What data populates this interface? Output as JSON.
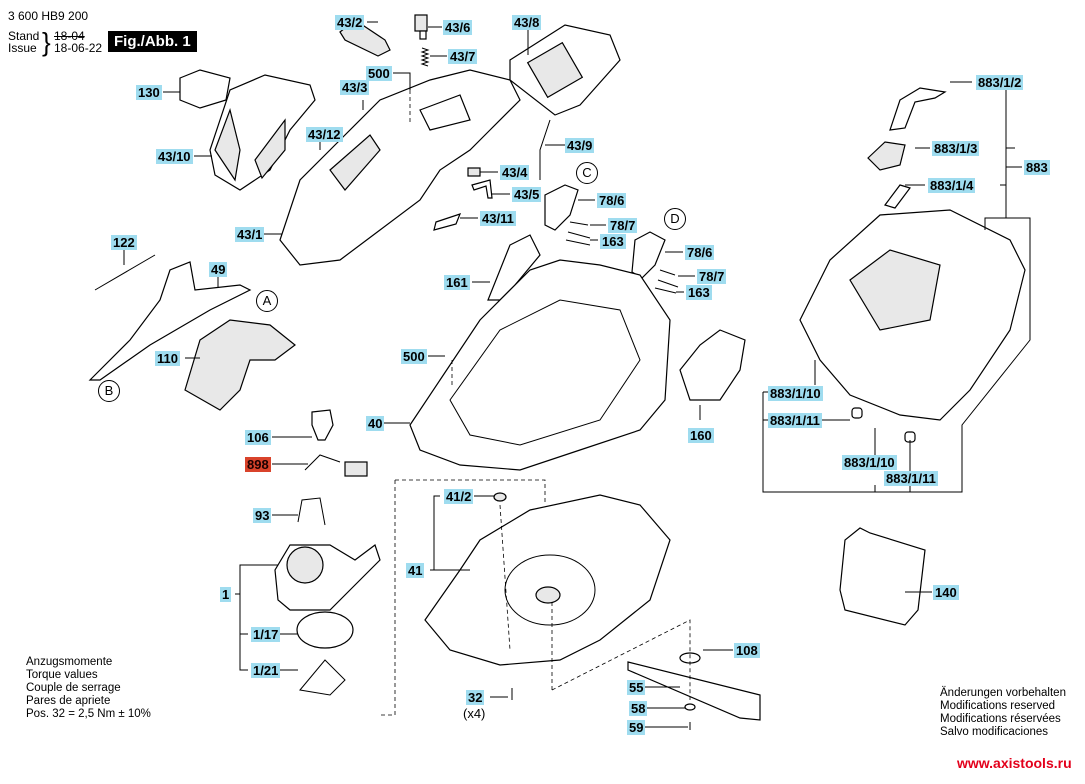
{
  "header": {
    "doc_number": "3 600 HB9 200",
    "stand_label": "Stand",
    "issue_label": "Issue",
    "old_date": "18-04",
    "new_date": "18-06-22",
    "figure_label": "Fig./Abb. 1"
  },
  "part_labels": {
    "p43_2": "43/2",
    "p43_6": "43/6",
    "p43_8": "43/8",
    "p43_7": "43/7",
    "p500a": "500",
    "p43_3": "43/3",
    "p130": "130",
    "p43_12": "43/12",
    "p43_10": "43/10",
    "p43_9": "43/9",
    "p43_4": "43/4",
    "p43_5": "43/5",
    "p43_11": "43/11",
    "p43_1": "43/1",
    "p78_6a": "78/6",
    "p78_7a": "78/7",
    "p163a": "163",
    "p78_6b": "78/6",
    "p78_7b": "78/7",
    "p163b": "163",
    "p122": "122",
    "p49": "49",
    "p161": "161",
    "p110": "110",
    "p500b": "500",
    "p40": "40",
    "p160": "160",
    "p106": "106",
    "p898": "898",
    "p93": "93",
    "p41_2": "41/2",
    "p41": "41",
    "p1": "1",
    "p1_17": "1/17",
    "p1_21": "1/21",
    "p32": "32",
    "p32_qty": "(x4)",
    "p108": "108",
    "p55": "55",
    "p58": "58",
    "p59": "59",
    "p140": "140",
    "p883_1_2": "883/1/2",
    "p883_1_3": "883/1/3",
    "p883": "883",
    "p883_1_4": "883/1/4",
    "p883_1_10a": "883/1/10",
    "p883_1_11a": "883/1/11",
    "p883_1_10b": "883/1/10",
    "p883_1_11b": "883/1/11"
  },
  "reference_markers": {
    "A": "A",
    "B": "B",
    "C": "C",
    "D": "D"
  },
  "torque_note": {
    "line1": "Anzugsmomente",
    "line2": "Torque values",
    "line3": "Couple de serrage",
    "line4": "Pares de apriete",
    "line5": "Pos. 32 = 2,5 Nm  ± 10%"
  },
  "modifications_note": {
    "line1": "Änderungen vorbehalten",
    "line2": "Modifications reserved",
    "line3": "Modifications réservées",
    "line4": "Salvo modificaciones"
  },
  "watermark": "www.axistools.ru",
  "colors": {
    "label_bg": "#9fdcef",
    "highlight_bg": "#d9432b",
    "watermark": "#e3001b"
  }
}
